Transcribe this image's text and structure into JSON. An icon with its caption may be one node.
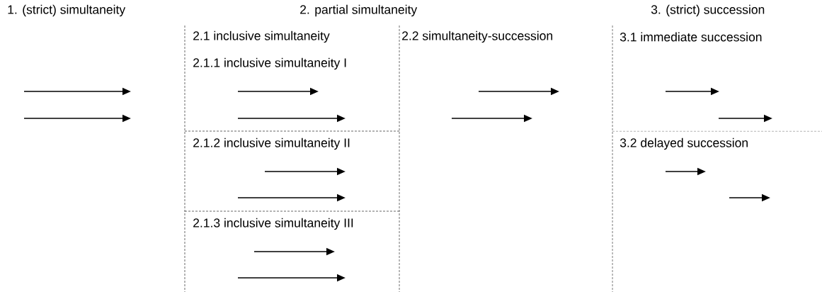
{
  "diagram": {
    "labels": [
      "1. (strict) simultaneity",
      "2. partial simultaneity",
      "3. (strict) succession",
      "2.1 inclusive simultaneity",
      "2.2 simultaneity-succession",
      "3.1 immediate succession",
      "2.1.1 inclusive simultaneity I",
      "2.1.2 inclusive simultaneity II",
      "3.2 delayed succession",
      "2.1.3 inclusive simultaneity III"
    ]
  }
}
